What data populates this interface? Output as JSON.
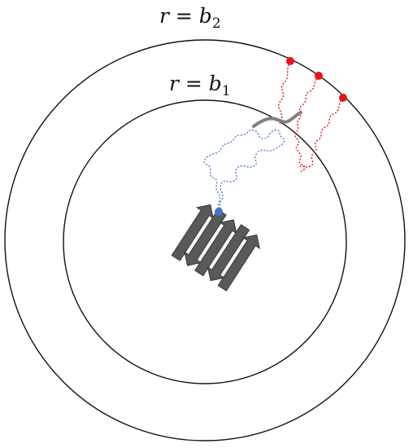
{
  "labels": {
    "outer_boundary": {
      "var": "r",
      "eq": " = ",
      "base": "b",
      "sub": "2"
    },
    "inner_boundary": {
      "var": "r",
      "eq": " = ",
      "base": "b",
      "sub": "1"
    }
  },
  "colors": {
    "boundary_line": "#111111",
    "outer_region_chain": "#e8141a",
    "inner_region_chain": "#4a72c4",
    "anchor_bead": "#4472c4",
    "surface_bead": "#e8141a",
    "beta_sheet_fill": "#595959",
    "beta_sheet_outline": "#3a3a3a",
    "interface_segment": "#7f7f7f"
  },
  "elements": {
    "surface_beads": 3,
    "beta_strands": 5
  }
}
